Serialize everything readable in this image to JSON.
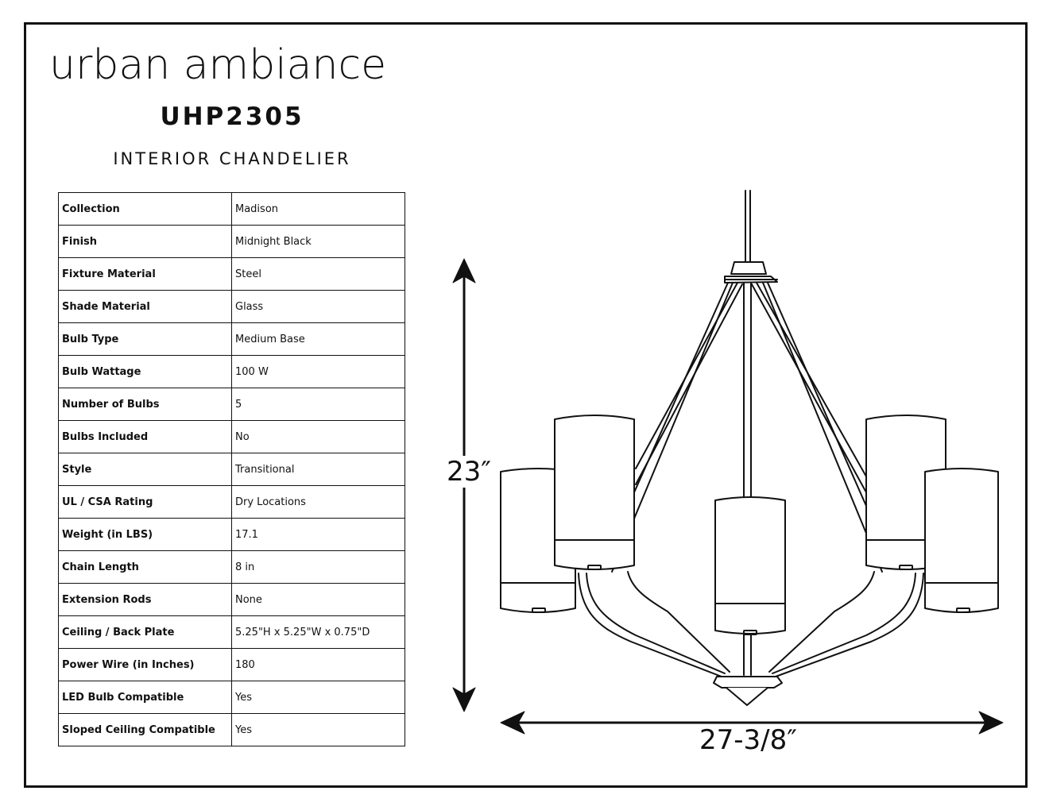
{
  "brand": "urban ambiance",
  "model": "UHP2305",
  "category": "INTERIOR CHANDELIER",
  "specs": [
    {
      "label": "Collection",
      "value": "Madison"
    },
    {
      "label": "Finish",
      "value": "Midnight Black"
    },
    {
      "label": "Fixture Material",
      "value": "Steel"
    },
    {
      "label": "Shade Material",
      "value": "Glass"
    },
    {
      "label": "Bulb Type",
      "value": "Medium Base"
    },
    {
      "label": "Bulb Wattage",
      "value": "100 W"
    },
    {
      "label": "Number of Bulbs",
      "value": "5"
    },
    {
      "label": "Bulbs Included",
      "value": "No"
    },
    {
      "label": "Style",
      "value": "Transitional"
    },
    {
      "label": "UL / CSA Rating",
      "value": "Dry Locations"
    },
    {
      "label": "Weight (in LBS)",
      "value": "17.1"
    },
    {
      "label": "Chain Length",
      "value": "8 in"
    },
    {
      "label": "Extension Rods",
      "value": "None"
    },
    {
      "label": "Ceiling / Back Plate",
      "value": "5.25\"H x 5.25\"W x 0.75\"D"
    },
    {
      "label": "Power Wire (in Inches)",
      "value": "180"
    },
    {
      "label": "LED Bulb Compatible",
      "value": "Yes"
    },
    {
      "label": "Sloped Ceiling Compatible",
      "value": "Yes"
    }
  ],
  "dimensions": {
    "height": "23″",
    "width": "27-3/8″"
  }
}
